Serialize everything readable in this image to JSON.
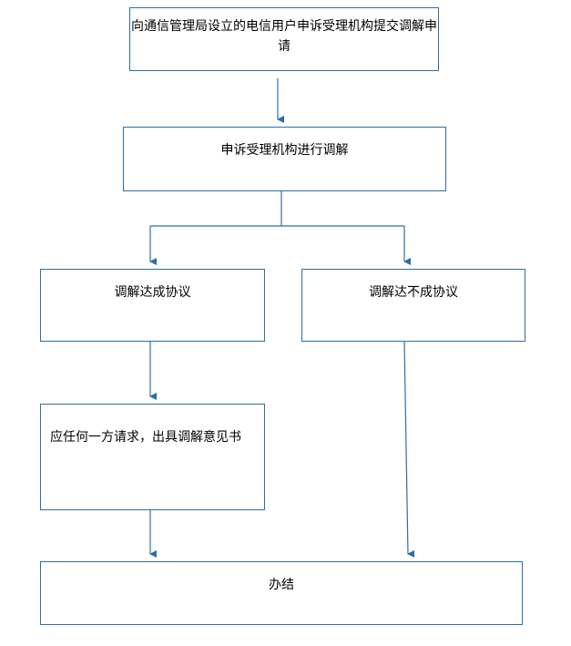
{
  "flowchart": {
    "nodes": {
      "apply": "向通信管理局设立的电信用户申诉受理机构提交调解申请",
      "mediate": "申诉受理机构进行调解",
      "agree": "调解达成协议",
      "disagree": "调解达不成协议",
      "issue": "应任何一方请求，出具调解意见书",
      "end": "办结"
    },
    "edges": [
      {
        "from": "apply",
        "to": "mediate"
      },
      {
        "from": "mediate",
        "to": "agree"
      },
      {
        "from": "mediate",
        "to": "disagree"
      },
      {
        "from": "agree",
        "to": "issue"
      },
      {
        "from": "issue",
        "to": "end"
      },
      {
        "from": "disagree",
        "to": "end"
      }
    ],
    "colors": {
      "line": "#2e6da4",
      "border": "#2e6da4",
      "text": "#000000"
    }
  }
}
